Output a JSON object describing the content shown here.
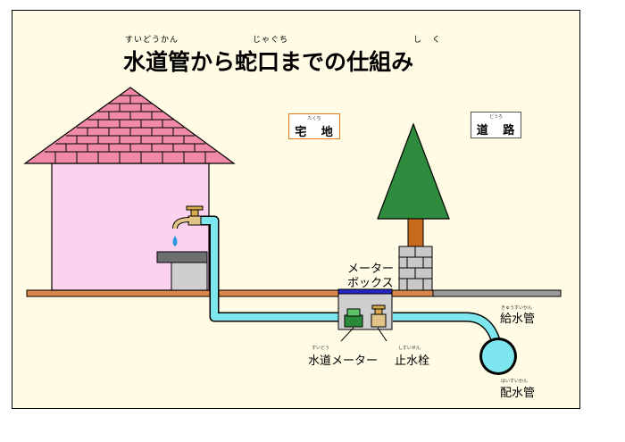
{
  "title": {
    "segments": [
      "水道管",
      "から",
      "蛇口",
      "までの",
      "仕組",
      "み"
    ],
    "ruby": [
      "すいどうかん",
      "じゃぐち",
      "しく"
    ]
  },
  "signs": {
    "residential": {
      "label": "宅 地",
      "ruby": "たくち",
      "color": "#e07a1a"
    },
    "road": {
      "label": "道 路",
      "ruby": "どうろ",
      "color": "#555555"
    }
  },
  "labels": {
    "meter_box": [
      "メーター",
      "ボックス"
    ],
    "water_meter": {
      "text": "水道メーター",
      "ruby": "すいどう"
    },
    "stop_valve": {
      "text": "止水栓",
      "ruby": "しすいせん"
    },
    "service_pipe": {
      "text": "給水管",
      "ruby": "きゅうすいかん"
    },
    "distribution_pipe": {
      "text": "配水管",
      "ruby": "はいすいかん"
    }
  },
  "colors": {
    "pipe": "#7ee6ee",
    "ground_residential": "#d9874a",
    "ground_road": "#9a9a9a",
    "roof": "#f08aa6",
    "wall": "#fbd3ef",
    "tree": "#2e8b3e",
    "trunk": "#c86a1e"
  }
}
